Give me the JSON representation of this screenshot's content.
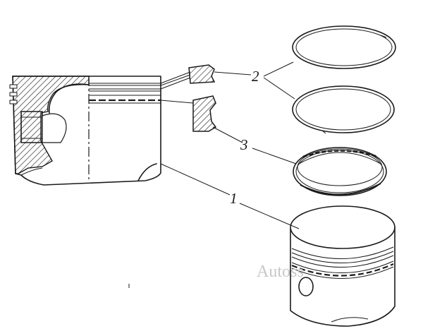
{
  "callouts": [
    {
      "id": "rings-compression",
      "number": "2"
    },
    {
      "id": "ring-oil",
      "number": "3"
    },
    {
      "id": "piston",
      "number": "1"
    }
  ],
  "watermark": "Autoss",
  "colors": {
    "ink": "#1a1a1a",
    "hatch": "#1a1a1a",
    "watermark": "#c8c8c8"
  }
}
